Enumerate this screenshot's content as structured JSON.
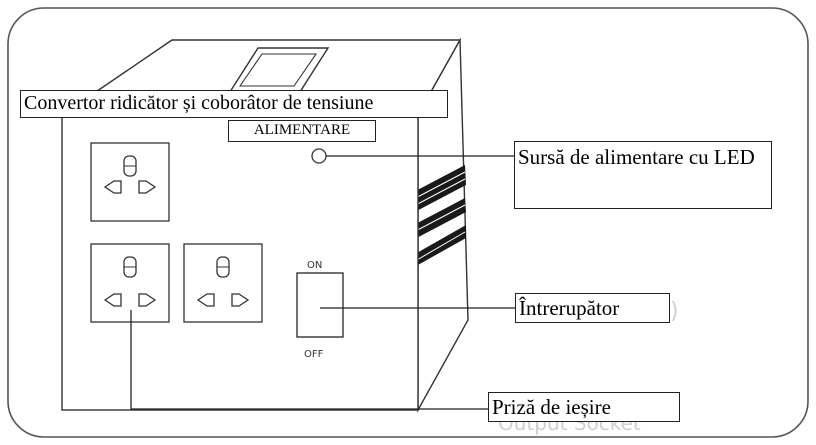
{
  "labels": {
    "title": "Convertor ridicător și coborâtor de tensiune",
    "power": "ALIMENTARE",
    "led": "Sursă de alimentare cu LED",
    "switch": "Întrerupător",
    "output_socket": "Priză de ieșire"
  },
  "switch_marks": {
    "on": "ON",
    "off": "OFF"
  },
  "icons": {
    "socket": "socket-icon",
    "led": "led-indicator-icon",
    "switch": "power-switch-icon",
    "handle": "carry-handle-icon"
  }
}
